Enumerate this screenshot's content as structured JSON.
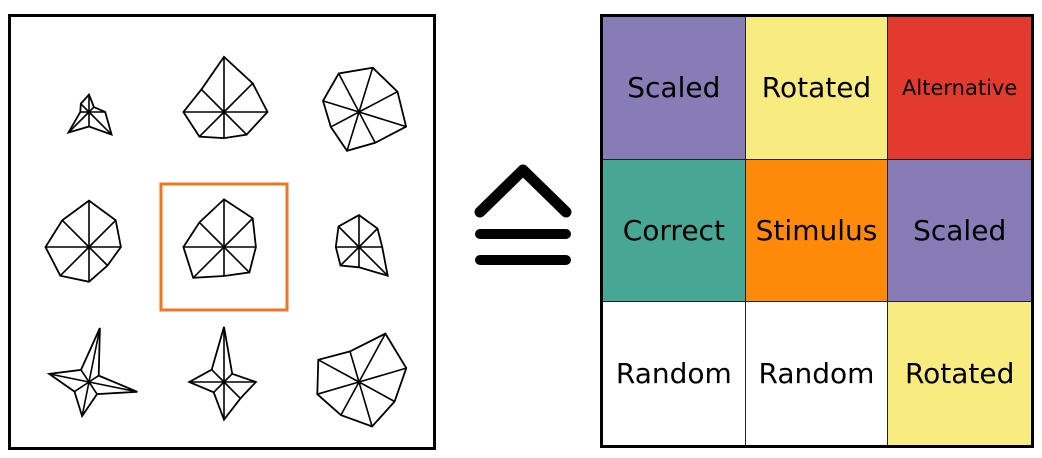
{
  "colors": {
    "purple": "#877CB5",
    "yellow": "#F8EC80",
    "red": "#E33A30",
    "teal": "#48A794",
    "orange": "#FF8A0A",
    "white": "#FFFFFF",
    "highlight": "#EE7621"
  },
  "shapes_grid": {
    "highlighted_index": 4,
    "shapes": [
      {
        "name": "shape-small-star",
        "radii": [
          0.3,
          0.12,
          0.28,
          0.55,
          0.25,
          0.5,
          0.15,
          0.2
        ],
        "rot": 0.0
      },
      {
        "name": "shape-kite-large",
        "radii": [
          0.95,
          0.7,
          0.75,
          0.55,
          0.45,
          0.6,
          0.7,
          0.55
        ],
        "rot": 0.0
      },
      {
        "name": "shape-fan-right",
        "radii": [
          0.8,
          0.75,
          0.85,
          0.6,
          0.7,
          0.55,
          0.65,
          0.75
        ],
        "rot": 0.3
      },
      {
        "name": "shape-left-variant",
        "radii": [
          0.8,
          0.65,
          0.55,
          0.45,
          0.6,
          0.7,
          0.75,
          0.65
        ],
        "rot": 0.0
      },
      {
        "name": "shape-stimulus",
        "radii": [
          0.82,
          0.7,
          0.55,
          0.62,
          0.5,
          0.75,
          0.7,
          0.6
        ],
        "rot": 0.0
      },
      {
        "name": "shape-scaled-small",
        "radii": [
          0.55,
          0.45,
          0.4,
          0.7,
          0.35,
          0.45,
          0.4,
          0.5
        ],
        "rot": 0.0
      },
      {
        "name": "shape-random-1",
        "radii": [
          0.95,
          0.2,
          0.85,
          0.25,
          0.6,
          0.3,
          0.7,
          0.25
        ],
        "rot": 0.2
      },
      {
        "name": "shape-random-2",
        "radii": [
          0.95,
          0.2,
          0.55,
          0.4,
          0.65,
          0.25,
          0.6,
          0.3
        ],
        "rot": 0.0
      },
      {
        "name": "shape-rotated-large",
        "radii": [
          0.95,
          0.85,
          0.7,
          0.8,
          0.65,
          0.75,
          0.8,
          0.55
        ],
        "rot": 0.5
      }
    ]
  },
  "label_grid": {
    "cells": [
      {
        "label": "Scaled",
        "color": "#877CB5",
        "small": false
      },
      {
        "label": "Rotated",
        "color": "#F8EC80",
        "small": false
      },
      {
        "label": "Alternative",
        "color": "#E33A30",
        "small": true
      },
      {
        "label": "Correct",
        "color": "#48A794",
        "small": false
      },
      {
        "label": "Stimulus",
        "color": "#FF8A0A",
        "small": false
      },
      {
        "label": "Scaled",
        "color": "#877CB5",
        "small": false
      },
      {
        "label": "Random",
        "color": "#FFFFFF",
        "small": false
      },
      {
        "label": "Random",
        "color": "#FFFFFF",
        "small": false
      },
      {
        "label": "Rotated",
        "color": "#F8EC80",
        "small": false
      }
    ]
  },
  "symbol": "≙"
}
